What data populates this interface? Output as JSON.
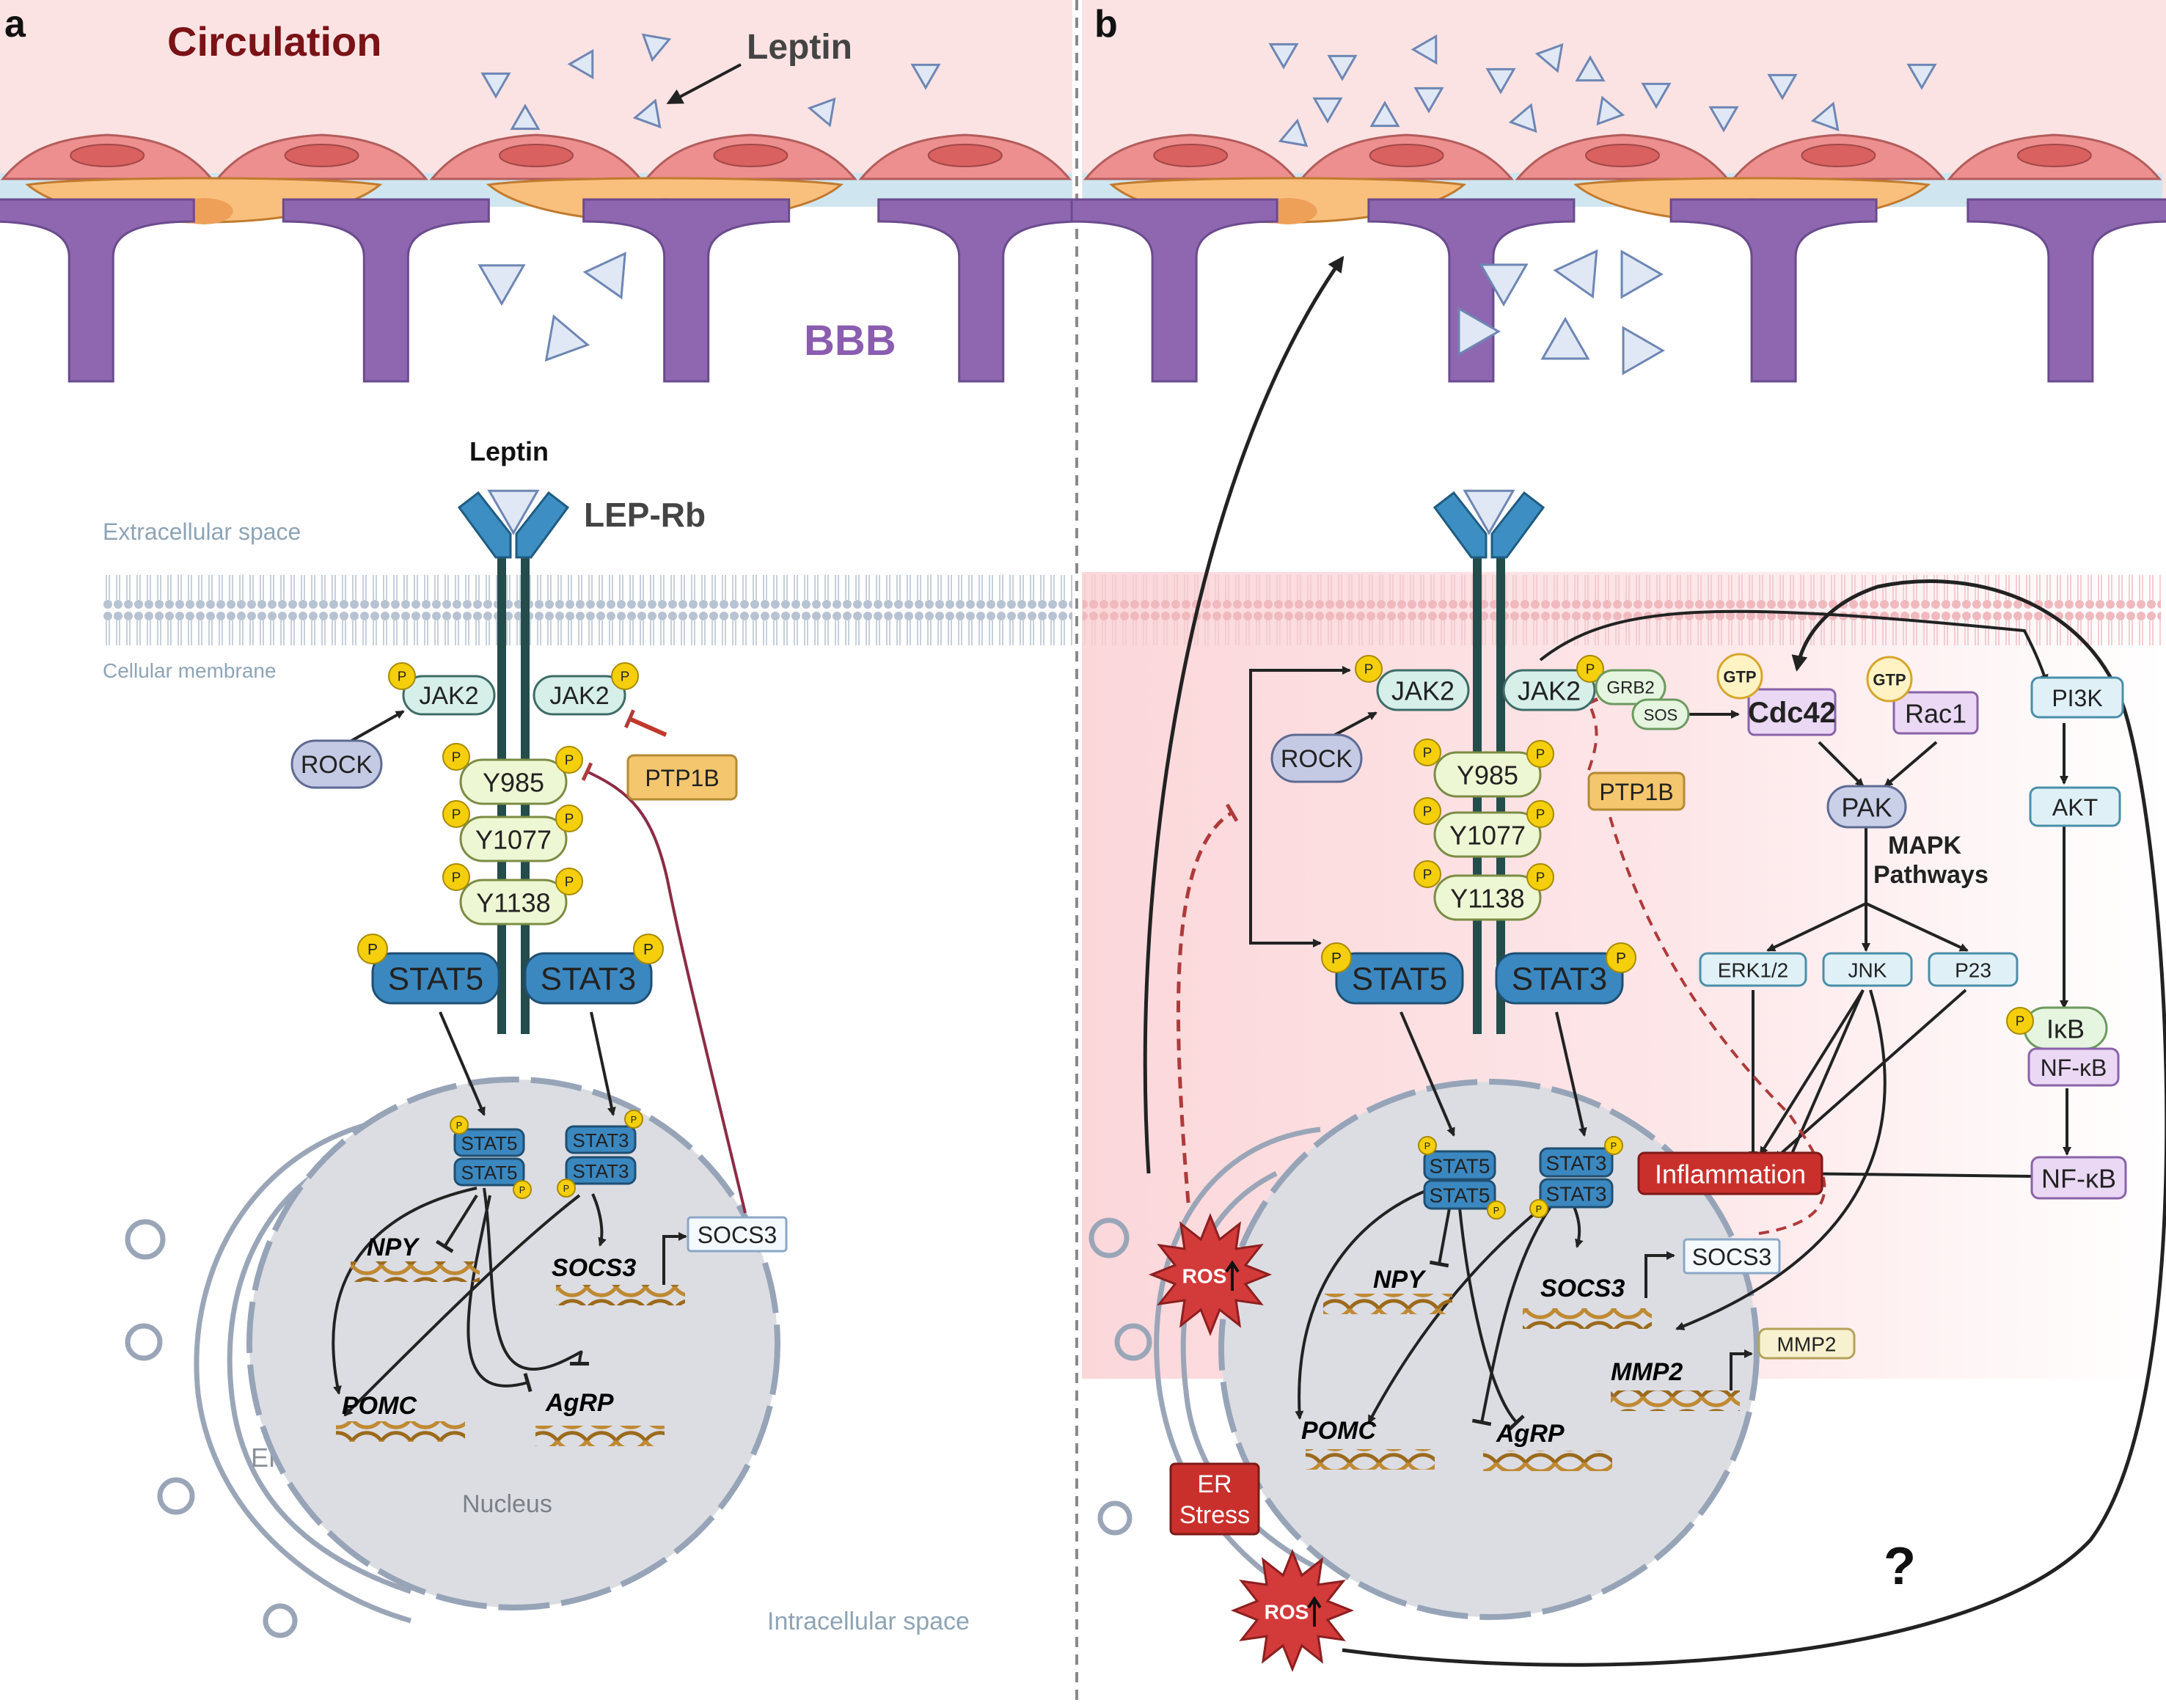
{
  "panels": {
    "a": {
      "letter": "a",
      "circulation": "Circulation",
      "leptin": "Leptin",
      "bbb": "BBB",
      "leptin_receptor_label": "Leptin",
      "receptor": "LEP-Rb",
      "extracellular": "Extracellular space",
      "membrane": "Cellular membrane",
      "jak2_left": "JAK2",
      "jak2_right": "JAK2",
      "rock": "ROCK",
      "ptp1b": "PTP1B",
      "y985": "Y985",
      "y1077": "Y1077",
      "y1138": "Y1138",
      "stat5": "STAT5",
      "stat3": "STAT3",
      "n_stat5a": "STAT5",
      "n_stat5b": "STAT5",
      "n_stat3a": "STAT3",
      "n_stat3b": "STAT3",
      "npy": "NPY",
      "socs3_gene": "SOCS3",
      "socs3_protein": "SOCS3",
      "pomc": "POMC",
      "agrp": "AgRP",
      "er": "ER",
      "nucleus": "Nucleus",
      "intracellular": "Intracellular space",
      "p": "P"
    },
    "b": {
      "letter": "b",
      "jak2_left": "JAK2",
      "jak2_right": "JAK2",
      "grb2": "GRB2",
      "sos": "SOS",
      "rock": "ROCK",
      "ptp1b": "PTP1B",
      "y985": "Y985",
      "y1077": "Y1077",
      "y1138": "Y1138",
      "stat5": "STAT5",
      "stat3": "STAT3",
      "gtp1": "GTP",
      "gtp2": "GTP",
      "cdc42": "Cdc42",
      "rac1": "Rac1",
      "pak": "PAK",
      "mapk1": "MAPK",
      "mapk2": "Pathways",
      "erk": "ERK1/2",
      "jnk": "JNK",
      "p23": "P23",
      "pi3k": "PI3K",
      "akt": "AKT",
      "ikb": "IκB",
      "nfkb1": "NF-κB",
      "nfkb2": "NF-κB",
      "inflammation": "Inflammation",
      "n_stat5a": "STAT5",
      "n_stat5b": "STAT5",
      "n_stat3a": "STAT3",
      "n_stat3b": "STAT3",
      "npy": "NPY",
      "socs3_gene": "SOCS3",
      "socs3_protein": "SOCS3",
      "mmp2_gene": "MMP2",
      "mmp2_protein": "MMP2",
      "pomc": "POMC",
      "agrp": "AgRP",
      "ros1": "ROS",
      "ros2": "ROS",
      "er_stress1": "ER",
      "er_stress2": "Stress",
      "question": "?"
    }
  },
  "colors": {
    "circulation_bg": "#fce3e3",
    "endothelial": "#ec8f8e",
    "pericyte": "#f9c07d",
    "astrocyte": "#8e67b0",
    "receptor": "#3d8ec2",
    "receptor_stem": "#234c4a",
    "stat": "#3b88c0",
    "jak": "#d6efe9",
    "tyrosine": "#eef7d3",
    "phospho": "#f5cf0c",
    "rock": "#c5cae4",
    "ptp1b": "#f4c66e",
    "nucleus": "#dcdde2",
    "er": "#9aa6b8",
    "inflammation": "#c9302c",
    "ros": "#d33a3a",
    "inhibit_red": "#b03a3a",
    "cdc42": "#ead8f4",
    "pathway_box": "#dff1f7",
    "mmp2": "#f8f1cf"
  }
}
